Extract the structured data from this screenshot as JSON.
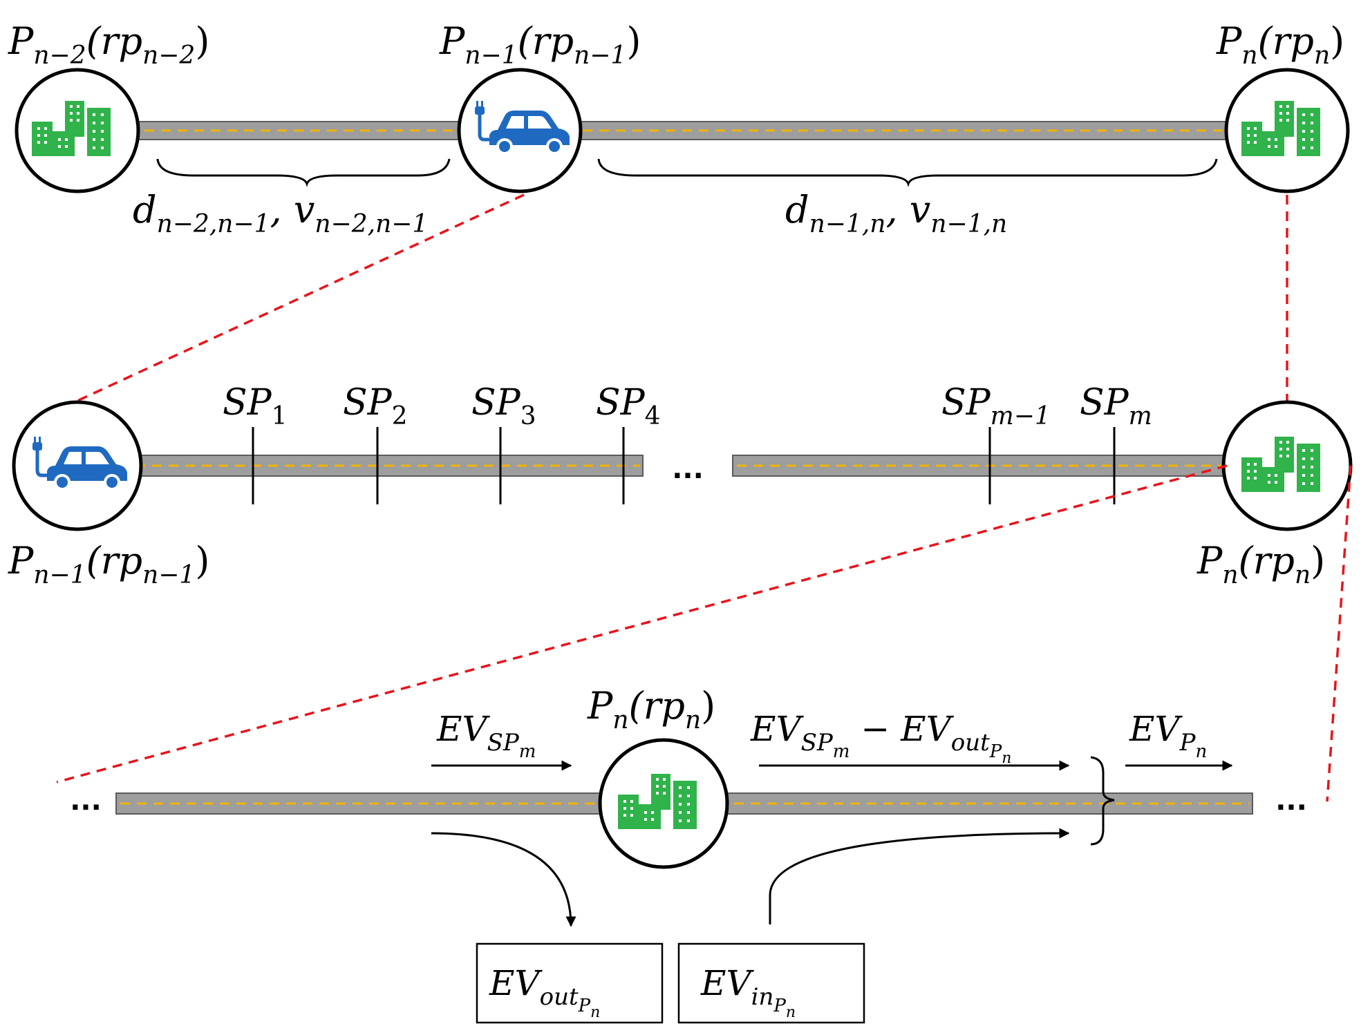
{
  "nodes": {
    "p_n2": {
      "label": [
        "P",
        "n−2",
        "(rp",
        "n−2",
        ")"
      ],
      "icon": "buildings-icon"
    },
    "p_n1": {
      "label": [
        "P",
        "n−1",
        "(rp",
        "n−1",
        ")"
      ],
      "icon": "ev-car-icon"
    },
    "p_n": {
      "label": [
        "P",
        "n",
        "(rp",
        "n",
        ")"
      ],
      "icon": "buildings-icon"
    }
  },
  "segments": {
    "seg1": [
      "d",
      "n−2,n−1",
      ", v",
      "n−2,n−1"
    ],
    "seg2": [
      "d",
      "n−1,n",
      ", v",
      "n−1,n"
    ]
  },
  "sections": {
    "sp1": [
      "SP",
      "1"
    ],
    "sp2": [
      "SP",
      "2"
    ],
    "sp3": [
      "SP",
      "3"
    ],
    "sp4": [
      "SP",
      "4"
    ],
    "spm1": [
      "SP",
      "m−1"
    ],
    "spm": [
      "SP",
      "m"
    ]
  },
  "ellipsis": "...",
  "flows": {
    "ev_spm": [
      "EV",
      "SP",
      "m"
    ],
    "diff": [
      "EV",
      "SP",
      "m",
      " − EV",
      "out",
      "P",
      "n"
    ],
    "ev_pn": [
      "EV",
      "P",
      "n"
    ]
  },
  "boxes": {
    "out": [
      "EV",
      "out",
      "P",
      "n"
    ],
    "in": [
      "EV",
      "in",
      "P",
      "n"
    ]
  },
  "colors": {
    "building": "#2fb34a",
    "car": "#1f6ac0",
    "zoom_line": "#e8141b",
    "road": "#9e9e9e",
    "road_center": "#f0b400"
  }
}
